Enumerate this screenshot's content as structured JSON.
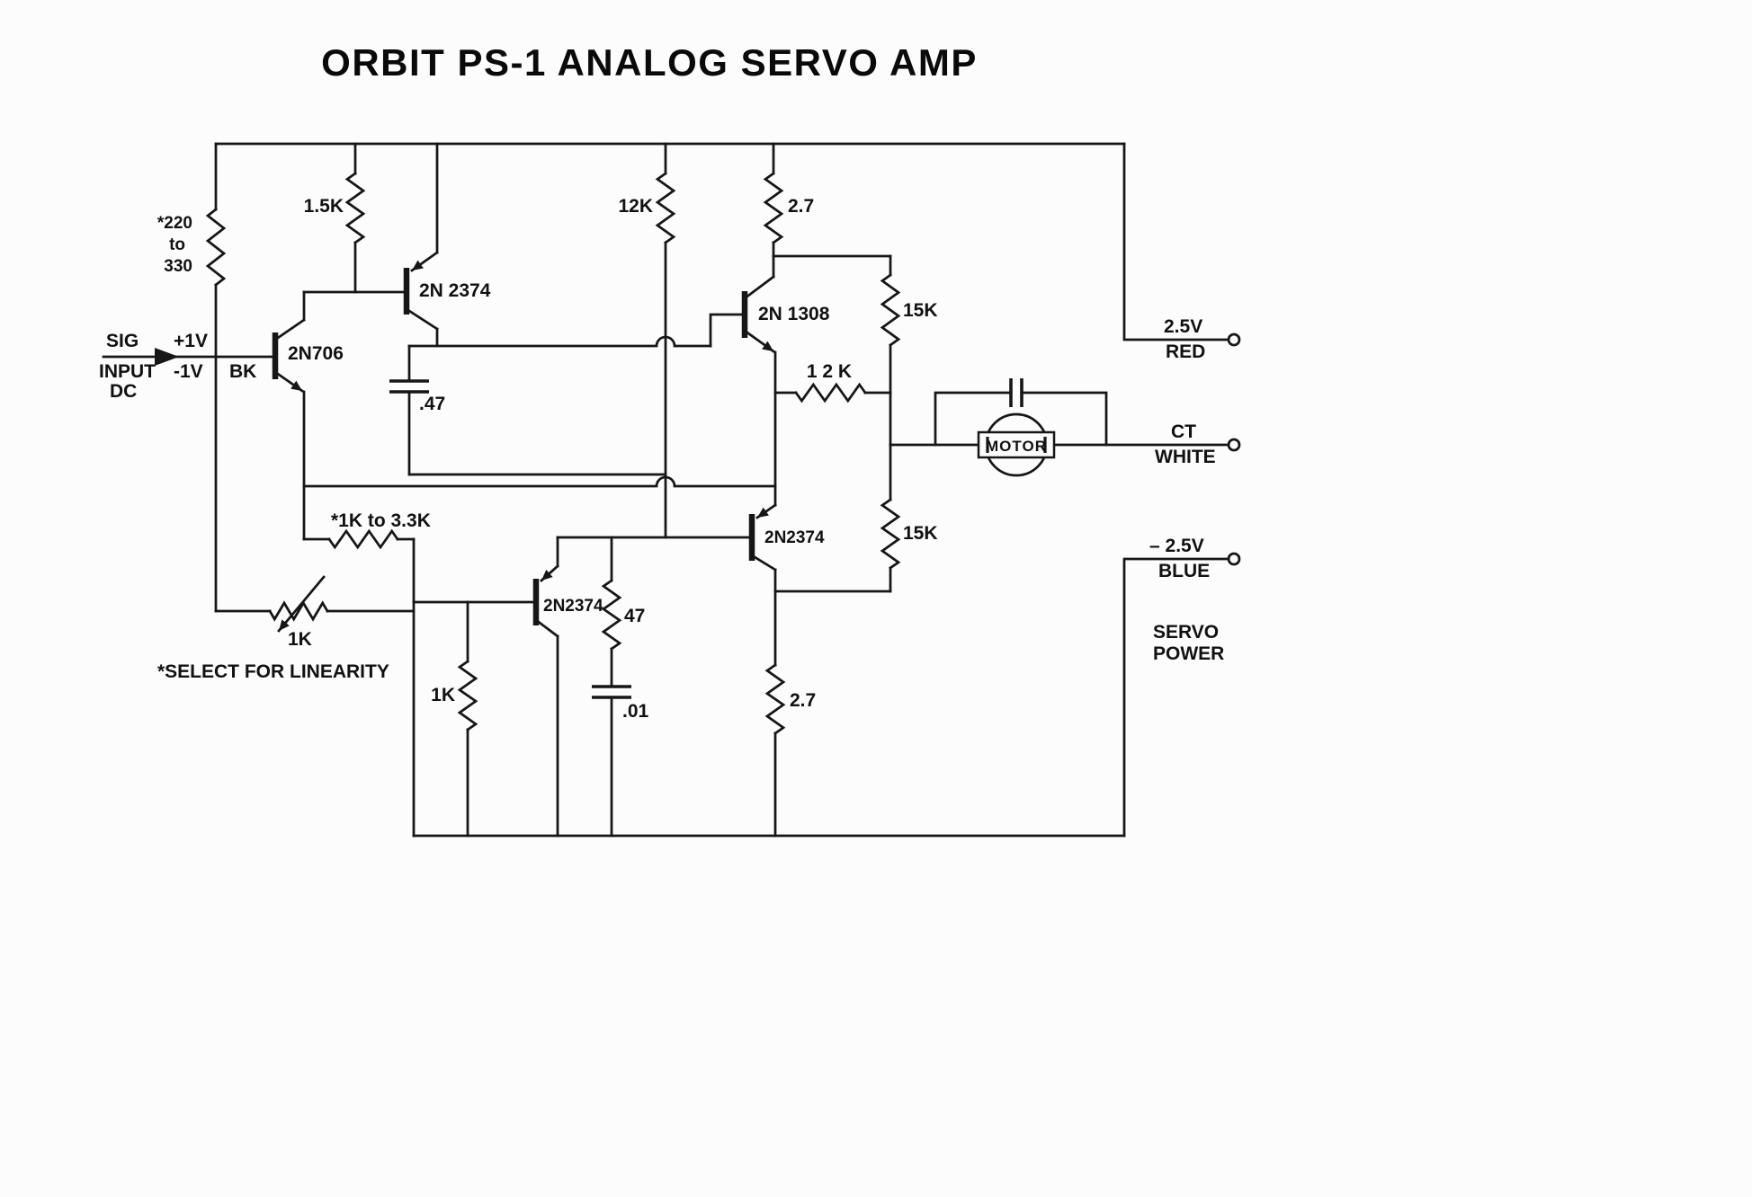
{
  "title": "ORBIT PS-1 ANALOG SERVO AMP",
  "input": {
    "sig": "SIG",
    "input_word": "INPUT",
    "dc": "DC",
    "plus": "+1V",
    "minus": "-1V",
    "bk": "BK"
  },
  "components": {
    "r220_line1": "*220",
    "r220_line2": "to",
    "r220_line3": "330",
    "r1_5k": "1.5K",
    "r12k_top": "12K",
    "r2_7_top": "2.7",
    "r15k_top": "15K",
    "r12k_mid": "1 2 K",
    "r15k_bot": "15K",
    "r1k_3_3k": "*1K to 3.3K",
    "pot_1k": "1K",
    "r1k_mid": "1K",
    "r47": "47",
    "r2_7_bot": "2.7",
    "c47": ".47",
    "c01": ".01",
    "q1": "2N706",
    "q2": "2N 2374",
    "q3": "2N 1308",
    "q4": "2N2374",
    "q5": "2N2374",
    "motor": "MOTOR"
  },
  "terminals": {
    "red_v": "2.5V",
    "red": "RED",
    "ct": "CT",
    "white": "WHITE",
    "blue_v": "– 2.5V",
    "blue": "BLUE",
    "servo": "SERVO",
    "power": "POWER"
  },
  "note": "*SELECT FOR LINEARITY"
}
